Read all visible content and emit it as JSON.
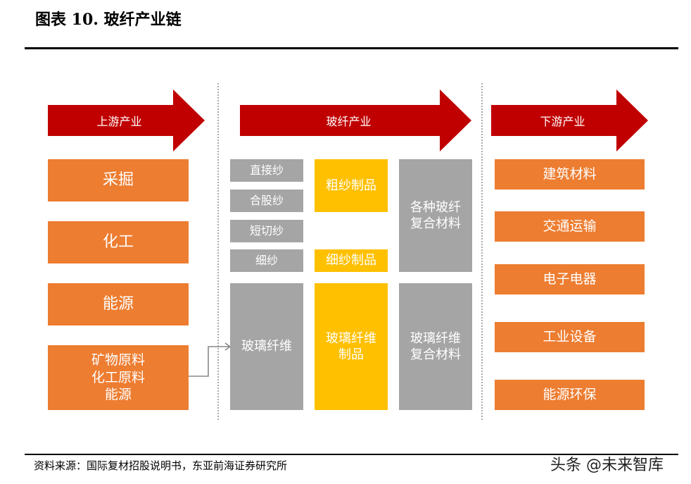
{
  "title": "图表 10. 玻纤产业链",
  "source": "资料来源：国际复材招股说明书，东亚前海证券研究所",
  "watermark": "头条 @未来智库",
  "colors": {
    "arrow": "#C00000",
    "upstream_box": "#ED7D31",
    "gray_box": "#A5A5A5",
    "yellow_box": "#FFC000"
  },
  "arrows": {
    "upstream": "上游产业",
    "midstream": "玻纤产业",
    "downstream": "下游产业"
  },
  "upstream": {
    "mining": "采掘",
    "chemical": "化工",
    "energy": "能源",
    "raw_line1": "矿物原料",
    "raw_line2": "化工原料",
    "raw_line3": "能源"
  },
  "midstream": {
    "direct_yarn": "直接纱",
    "plied_yarn": "合股纱",
    "chopped_yarn": "短切纱",
    "fine_yarn": "细纱",
    "roving_products": "粗纱制品",
    "fine_yarn_products": "细纱制品",
    "composites_line1": "各种玻纤",
    "composites_line2": "复合材料",
    "glass_fiber": "玻璃纤维",
    "gf_products_line1": "玻璃纤维",
    "gf_products_line2": "制品",
    "gf_composites_line1": "玻璃纤维",
    "gf_composites_line2": "复合材料"
  },
  "downstream": {
    "construction": "建筑材料",
    "transport": "交通运输",
    "electronics": "电子电器",
    "industrial": "工业设备",
    "energy_env": "能源环保"
  }
}
